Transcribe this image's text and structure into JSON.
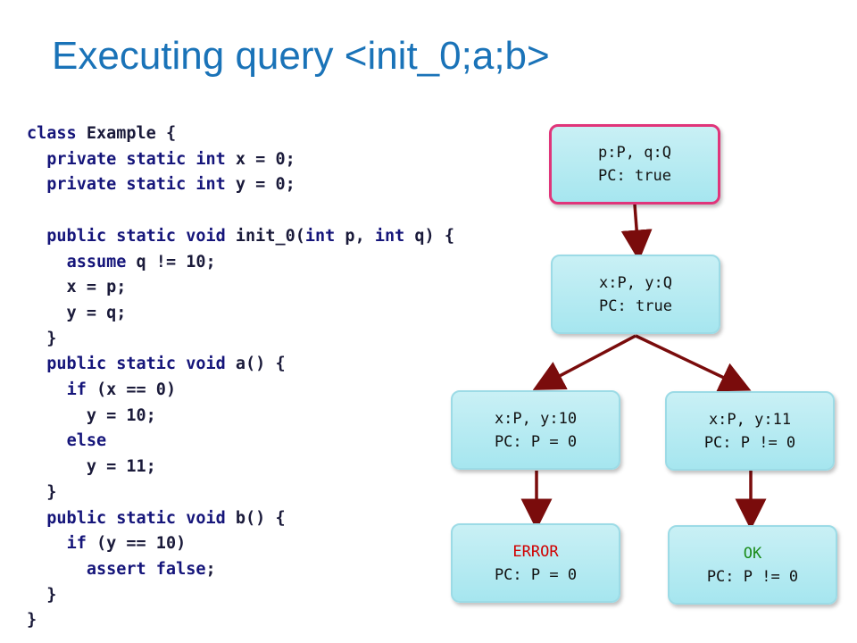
{
  "title": "Executing query <init_0;a;b>",
  "code_lines": [
    [
      [
        "kw",
        "class"
      ],
      [
        "t",
        " Example {"
      ]
    ],
    [
      [
        "t",
        "  "
      ],
      [
        "kw",
        "private static int"
      ],
      [
        "t",
        " x = 0;"
      ]
    ],
    [
      [
        "t",
        "  "
      ],
      [
        "kw",
        "private static int"
      ],
      [
        "t",
        " y = 0;"
      ]
    ],
    [
      [
        "t",
        ""
      ]
    ],
    [
      [
        "t",
        "  "
      ],
      [
        "kw",
        "public static void"
      ],
      [
        "t",
        " init_0("
      ],
      [
        "kw",
        "int"
      ],
      [
        "t",
        " p, "
      ],
      [
        "kw",
        "int"
      ],
      [
        "t",
        " q) {"
      ]
    ],
    [
      [
        "t",
        "    "
      ],
      [
        "kw",
        "assume"
      ],
      [
        "t",
        " q != 10;"
      ]
    ],
    [
      [
        "t",
        "    x = p;"
      ]
    ],
    [
      [
        "t",
        "    y = q;"
      ]
    ],
    [
      [
        "t",
        "  }"
      ]
    ],
    [
      [
        "t",
        "  "
      ],
      [
        "kw",
        "public static void"
      ],
      [
        "t",
        " a() {"
      ]
    ],
    [
      [
        "t",
        "    "
      ],
      [
        "kw",
        "if"
      ],
      [
        "t",
        " (x == 0)"
      ]
    ],
    [
      [
        "t",
        "      y = 10;"
      ]
    ],
    [
      [
        "t",
        "    "
      ],
      [
        "kw",
        "else"
      ]
    ],
    [
      [
        "t",
        "      y = 11;"
      ]
    ],
    [
      [
        "t",
        "  }"
      ]
    ],
    [
      [
        "t",
        "  "
      ],
      [
        "kw",
        "public static void"
      ],
      [
        "t",
        " b() {"
      ]
    ],
    [
      [
        "t",
        "    "
      ],
      [
        "kw",
        "if"
      ],
      [
        "t",
        " (y == 10)"
      ]
    ],
    [
      [
        "t",
        "      "
      ],
      [
        "kw",
        "assert"
      ],
      [
        "t",
        " "
      ],
      [
        "kw",
        "false"
      ],
      [
        "t",
        ";"
      ]
    ],
    [
      [
        "t",
        "  }"
      ]
    ],
    [
      [
        "t",
        "}"
      ]
    ]
  ],
  "nodes": {
    "n1": {
      "line1": "p:P, q:Q",
      "line2": "PC: true"
    },
    "n2": {
      "line1": "x:P, y:Q",
      "line2": "PC: true"
    },
    "n3": {
      "line1": "x:P, y:10",
      "line2": "PC: P = 0"
    },
    "n4": {
      "line1": "x:P, y:11",
      "line2": "PC: P != 0"
    },
    "n5": {
      "line1": "ERROR",
      "line2": "PC: P = 0"
    },
    "n6": {
      "line1": "OK",
      "line2": "PC: P != 0"
    }
  },
  "colors": {
    "title": "#1a73b8",
    "arrow": "#7a0c0c",
    "active_border": "#e0357a",
    "error": "#d00000",
    "ok": "#1a8c1a"
  }
}
